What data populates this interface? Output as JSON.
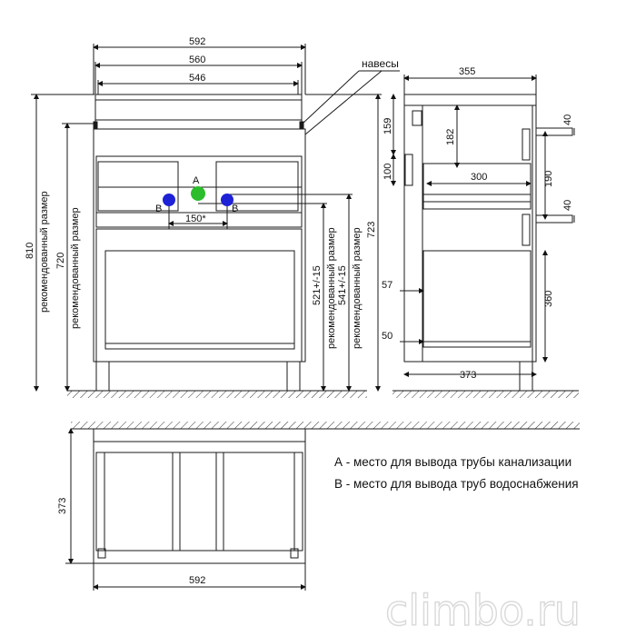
{
  "front": {
    "w_total": "592",
    "w_top": "560",
    "w_inner": "546",
    "label_a": "A",
    "label_b1": "B",
    "label_b2": "B",
    "spacing": "150*",
    "h_total": "810",
    "h_rec": "720",
    "h_side_rec_note_1": "рекомендованный размер",
    "h_side_rec_note_2": "рекомендованный размер",
    "h_723": "723",
    "h_521": "521+/-15",
    "h_541": "541+/-15",
    "rec_note_a": "рекомендованный размер",
    "rec_note_b": "рекомендованный размер",
    "hinges": "навесы"
  },
  "side": {
    "depth_top": "355",
    "depth_bottom": "373",
    "d159": "159",
    "d182": "182",
    "d100": "100",
    "d300": "300",
    "d190": "190",
    "d40a": "40",
    "d40b": "40",
    "d57": "57",
    "d360": "360",
    "d50": "50"
  },
  "plan": {
    "depth": "373",
    "width": "592"
  },
  "legend": {
    "a": "А - место для вывода трубы канализации",
    "b": "В - место для вывода труб водоснабжения"
  },
  "colors": {
    "pipe_a": "#2bbd2b",
    "pipe_b": "#1e22d6",
    "line": "#1a1a1a"
  },
  "watermark": "climbo.ru"
}
